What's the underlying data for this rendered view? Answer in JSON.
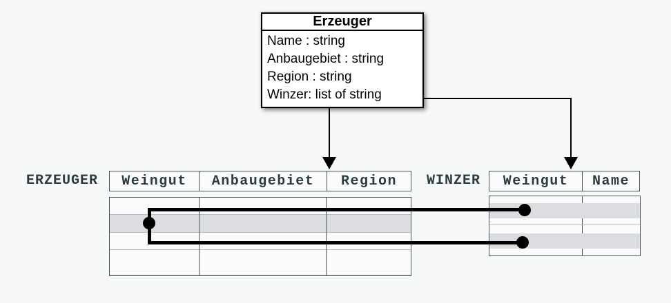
{
  "class_box": {
    "title": "Erzeuger",
    "attributes": [
      "Name : string",
      "Anbaugebiet : string",
      "Region : string",
      "Winzer: list of string"
    ]
  },
  "erzeuger_table": {
    "label": "ERZEUGER",
    "columns": [
      "Weingut",
      "Anbaugebiet",
      "Region"
    ],
    "row_count": 4,
    "highlighted_row": 2
  },
  "winzer_table": {
    "label": "WINZER",
    "columns": [
      "Weingut",
      "Name"
    ],
    "row_count": 4,
    "highlighted_rows": [
      2,
      4
    ]
  },
  "colors": {
    "bg": "#f7f8f8",
    "line": "#000000",
    "table-border": "#46565e",
    "band": "#dcdde0",
    "mono-text": "#2b3b42"
  }
}
